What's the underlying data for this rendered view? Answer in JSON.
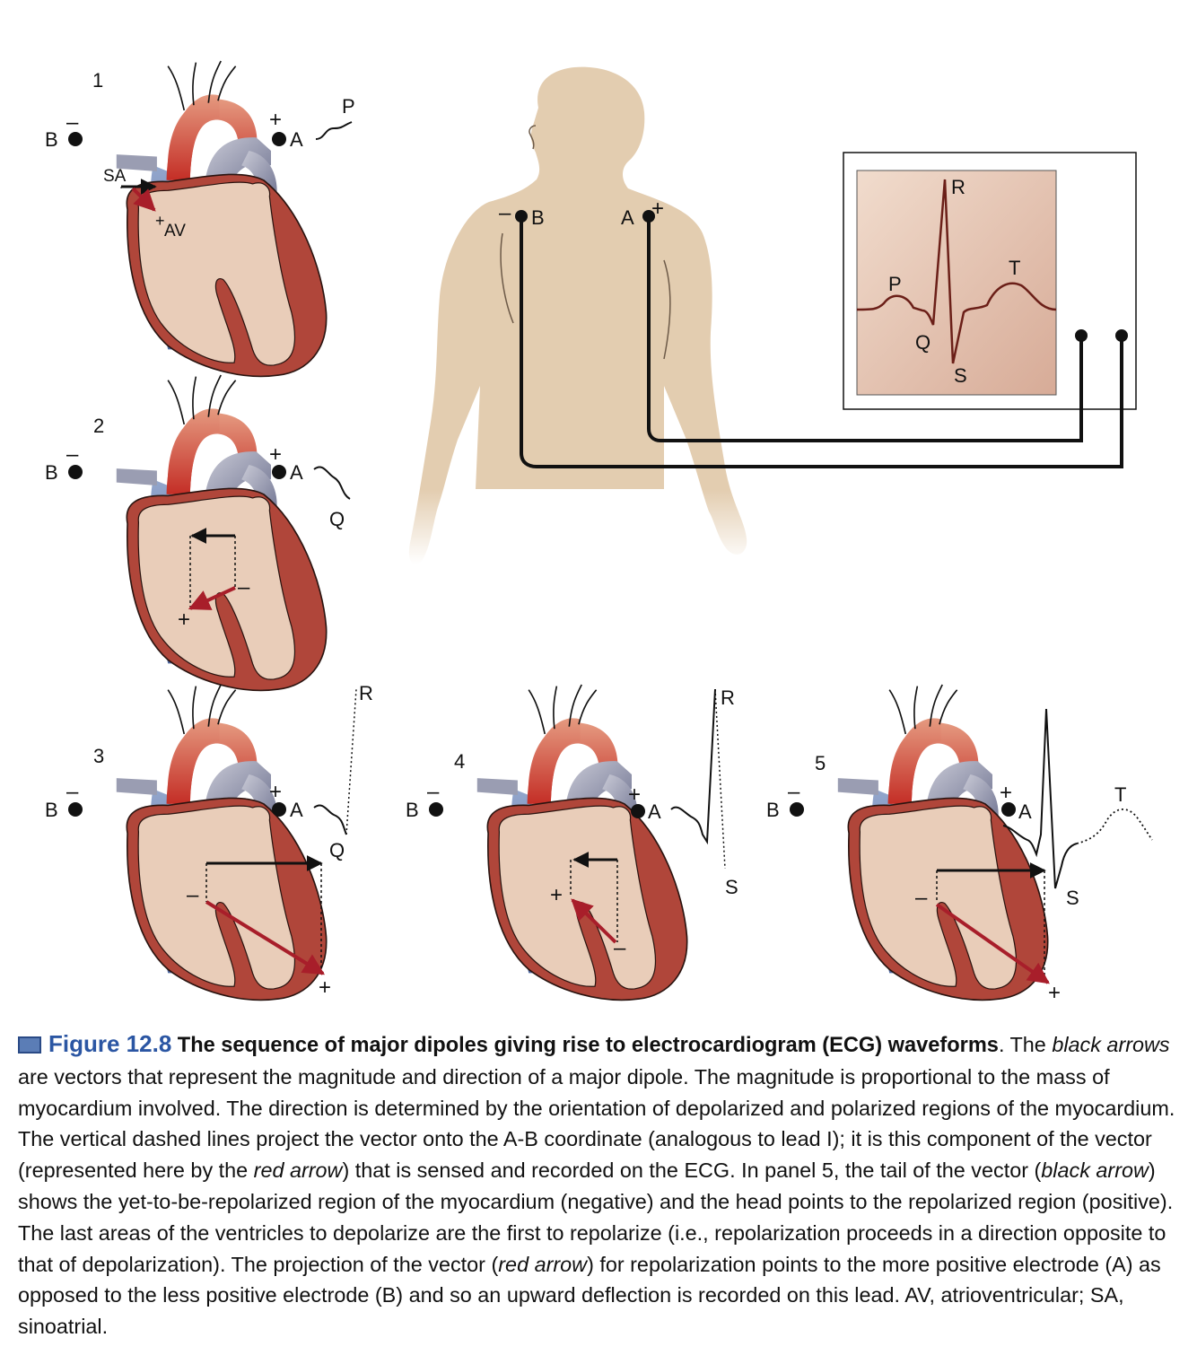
{
  "panels": [
    {
      "number": "1",
      "plus": "+",
      "minus": "–",
      "electrode_a": "A",
      "electrode_b": "B",
      "wave_label": "P",
      "sa_label": "SA",
      "av_label": "AV",
      "vector_plus": "+"
    },
    {
      "number": "2",
      "plus": "+",
      "minus": "–",
      "electrode_a": "A",
      "electrode_b": "B",
      "wave_label": "Q",
      "vector_plus": "+",
      "vector_minus": "–"
    },
    {
      "number": "3",
      "plus": "+",
      "minus": "–",
      "electrode_a": "A",
      "electrode_b": "B",
      "wave_label_q": "Q",
      "wave_label_r": "R",
      "vector_plus": "+",
      "vector_minus": "–"
    },
    {
      "number": "4",
      "plus": "+",
      "minus": "–",
      "electrode_a": "A",
      "electrode_b": "B",
      "wave_label_r": "R",
      "wave_label_s": "S",
      "vector_plus": "+",
      "vector_minus": "–"
    },
    {
      "number": "5",
      "plus": "+",
      "minus": "–",
      "electrode_a": "A",
      "electrode_b": "B",
      "wave_label_s": "S",
      "wave_label_t": "T",
      "vector_plus": "+",
      "vector_minus": "–"
    }
  ],
  "body_diagram": {
    "electrode_b": "B",
    "electrode_b_sign": "–",
    "electrode_a": "A",
    "electrode_a_sign": "+",
    "ecg_labels": {
      "p": "P",
      "q": "Q",
      "r": "R",
      "s": "S",
      "t": "T"
    }
  },
  "caption": {
    "figure_number": "Figure 12.8",
    "title": "The sequence of major dipoles giving rise to electrocardiogram (ECG) waveforms",
    "title_end": ".",
    "segments": [
      {
        "text": " The ",
        "italic": false
      },
      {
        "text": "black arrows",
        "italic": true
      },
      {
        "text": " are vectors that represent the magnitude and direction of a major dipole. The magnitude is proportional to the mass of myocardium involved. The direction is determined by the orientation of depolarized and polarized regions of the myocardium. The vertical dashed lines project the vector onto the A-B coordinate (analogous to lead I); it is this component of the vector (represented here by the ",
        "italic": false
      },
      {
        "text": "red arrow",
        "italic": true
      },
      {
        "text": ") that is sensed and recorded on the ECG. In panel 5, the tail of the vector (",
        "italic": false
      },
      {
        "text": "black arrow",
        "italic": true
      },
      {
        "text": ") shows the yet-to-be-repolarized region of the myocardium (negative) and the head points to the repolarized region (positive). The last areas of the ventricles to depolarize are the first to repolarize (i.e., repolarization proceeds in a direction opposite to that of depolarization). The projection of the vector (",
        "italic": false
      },
      {
        "text": "red arrow",
        "italic": true
      },
      {
        "text": ") for repolarization points to the more positive electrode (A) as opposed to the less positive electrode (B) and so an upward deflection is recorded on this lead. AV, atrioventricular; SA, sinoatrial.",
        "italic": false
      }
    ]
  },
  "colors": {
    "myocardium": "#b0463a",
    "chamber": "#e9cdb9",
    "aorta_top": "#d97a5e",
    "aorta_bottom": "#c8392e",
    "vessel_blue": "#5f79ad",
    "vessel_gray": "#8c8fa6",
    "skin": "#e3cdb0",
    "ecg_bg": "#e8c9b7",
    "ecg_trace": "#6b1f18",
    "red_arrow": "#a81e2a"
  }
}
